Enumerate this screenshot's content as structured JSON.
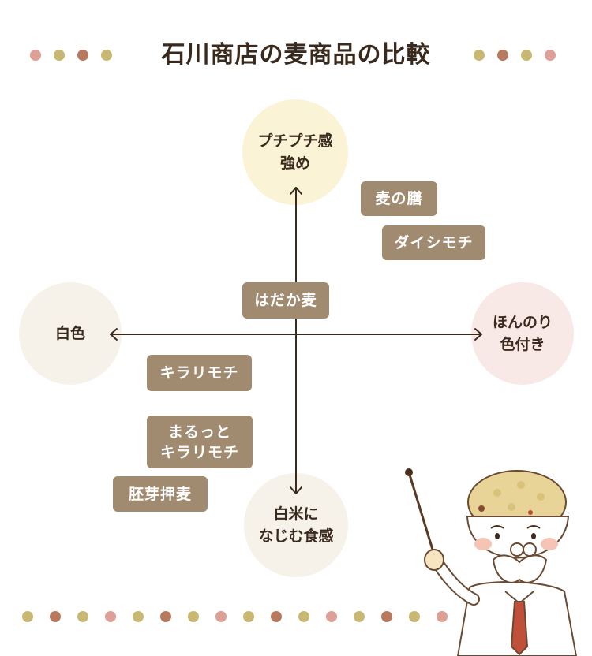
{
  "title": "石川商店の麦商品の比較",
  "axes": {
    "top": [
      "プチプチ感",
      "強め"
    ],
    "bottom": [
      "白米に",
      "なじむ食感"
    ],
    "left": [
      "白色"
    ],
    "right": [
      "ほんのり",
      "色付き"
    ]
  },
  "products": [
    {
      "lines": [
        "麦の膳"
      ]
    },
    {
      "lines": [
        "ダイシモチ"
      ]
    },
    {
      "lines": [
        "はだか麦"
      ]
    },
    {
      "lines": [
        "キラリモチ"
      ]
    },
    {
      "lines": [
        "まるっと",
        "キラリモチ"
      ]
    },
    {
      "lines": [
        "胚芽押麦"
      ]
    }
  ],
  "colors": {
    "title_text": "#3a2a1d",
    "tag_bg": "#a08a70",
    "top_circle": "#faf3d6",
    "bottom_circle": "#f6f2ea",
    "left_circle": "#f6f2ea",
    "right_circle": "#f8e8e6",
    "axis": "#3a2a1d",
    "dot_pink": "#dca096",
    "dot_olive": "#c9b873",
    "dot_brown": "#b87a5e"
  },
  "icons": {
    "character": "professor-rice-bowl-icon"
  }
}
